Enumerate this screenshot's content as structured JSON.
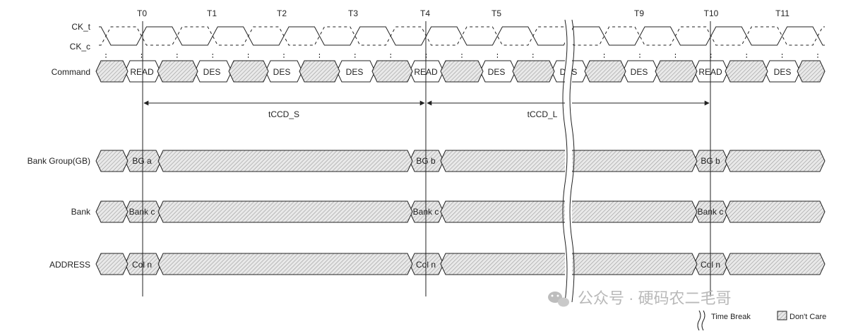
{
  "signals": {
    "ck_t": "CK_t",
    "ck_c": "CK_c",
    "command": "Command",
    "bank_group": "Bank Group(GB)",
    "bank": "Bank",
    "address": "ADDRESS"
  },
  "time_ticks": [
    "T0",
    "T1",
    "T2",
    "T3",
    "T4",
    "T5",
    "T9",
    "T10",
    "T11"
  ],
  "command_segments": [
    "READ",
    "DES",
    "DES",
    "DES",
    "READ",
    "DES",
    "DES",
    "DES",
    "READ",
    "DES"
  ],
  "bank_group_values": [
    "BG a",
    "BG b",
    "BG b"
  ],
  "bank_values": [
    "Bank c",
    "Bank c",
    "Bank c"
  ],
  "address_values": [
    "Col n",
    "Col n",
    "Col n"
  ],
  "timing": {
    "tccd_s": "tCCD_S",
    "tccd_l": "tCCD_L"
  },
  "legend": {
    "time_break": "Time Break",
    "dont_care": "Don't Care"
  },
  "watermark": {
    "icon": "wechat-icon",
    "text": "公众号 · 硬码农二毛哥"
  },
  "colors": {
    "line": "#222222",
    "hatch": "#9a9a9a",
    "watermark": "#b9b9b9"
  }
}
